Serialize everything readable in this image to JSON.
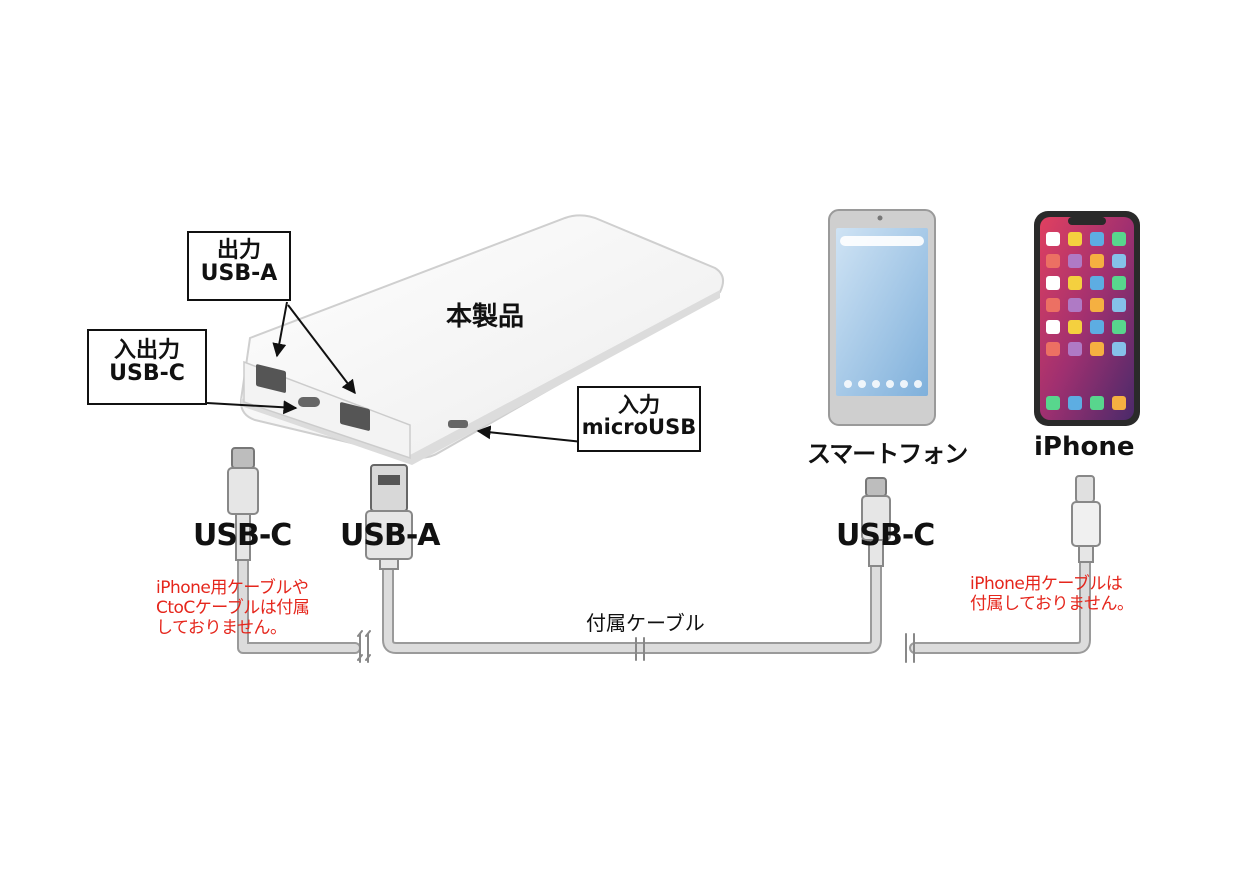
{
  "product": {
    "label": "本製品"
  },
  "ports": {
    "out_a": {
      "line1": "出力",
      "line2": "USB-A"
    },
    "io_c": {
      "line1": "入出力",
      "line2": "USB-C"
    },
    "in_micro": {
      "line1": "入力",
      "line2": "microUSB"
    }
  },
  "devices": {
    "smartphone": "スマートフォン",
    "iphone": "iPhone"
  },
  "connectors": {
    "usb_c_left": "USB-C",
    "usb_a": "USB-A",
    "usb_c_right": "USB-C"
  },
  "cable": {
    "label": "付属ケーブル"
  },
  "notes": {
    "left": [
      "iPhone用ケーブルや",
      "CtoCケーブルは付属",
      "しておりません。"
    ],
    "right": [
      "iPhone用ケーブルは",
      "付属しておりません。"
    ]
  },
  "colors": {
    "note_red": "#e5261c",
    "cable_gray": "#c8c8c8"
  }
}
